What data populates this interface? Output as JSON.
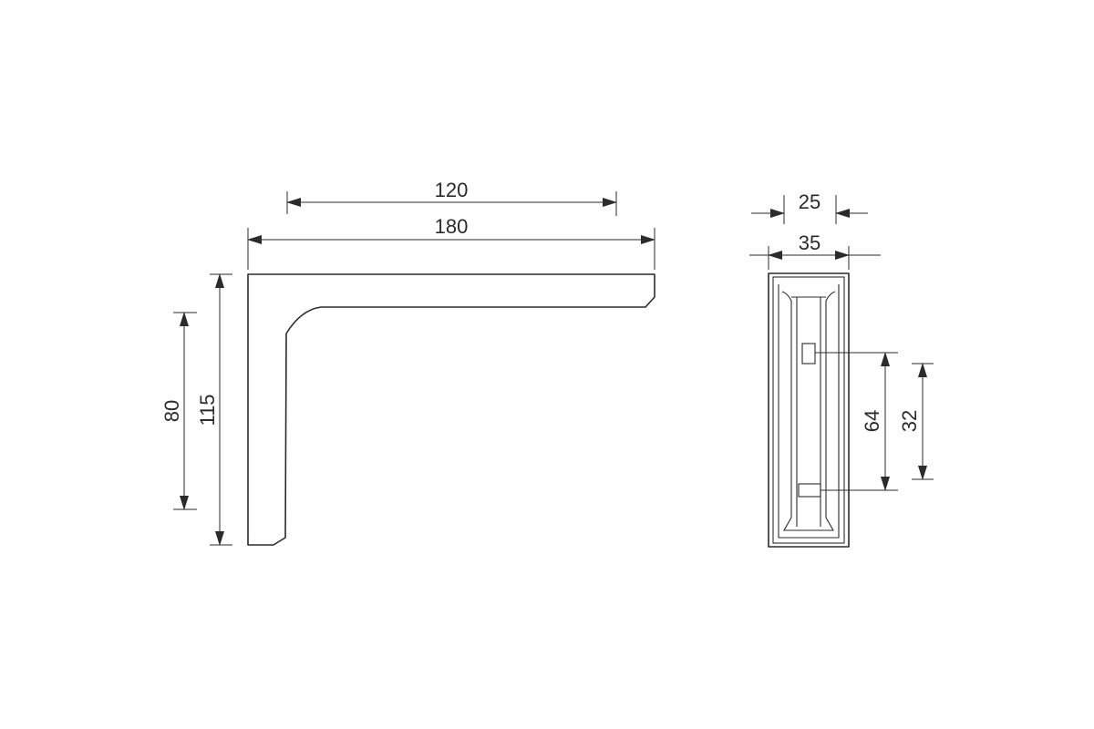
{
  "colors": {
    "line": "#2b2b2b",
    "background": "#ffffff"
  },
  "side_view": {
    "dim_inner_width": "120",
    "dim_total_width": "180",
    "dim_inner_height": "80",
    "dim_total_height": "115"
  },
  "front_view": {
    "dim_inner_width": "25",
    "dim_outer_width": "35",
    "dim_slot_spacing": "64",
    "dim_slot_offset": "32"
  }
}
